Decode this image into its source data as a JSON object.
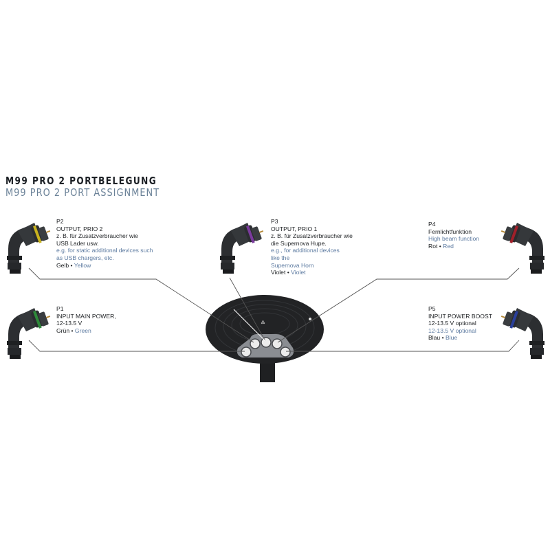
{
  "title": {
    "de": "M99 PRO 2 PORTBELEGUNG",
    "en": "M99 PRO 2 PORT ASSIGNMENT"
  },
  "colors": {
    "yellow": "#c8b21e",
    "violet": "#7a3a9c",
    "red": "#a0202a",
    "green": "#2e8a3a",
    "blue": "#2a3f9a",
    "english_text": "#5c7aa0"
  },
  "ports": {
    "p2": {
      "id": "P2",
      "function": "OUTPUT, PRIO 2",
      "de_line1": "z. B. für Zusatzverbraucher wie",
      "de_line2": "USB Lader usw.",
      "en_line1": "e.g. for static additional devices such",
      "en_line2": "as USB chargers, etc.",
      "color_de": "Gelb",
      "sep": "•",
      "color_en": "Yellow"
    },
    "p3": {
      "id": "P3",
      "function": "OUTPUT, PRIO 1",
      "de_line1": "z. B. für Zusatzverbraucher wie",
      "de_line2": "die Supernova Hupe.",
      "en_line1": "e.g., for additional devices",
      "en_line2": "like the",
      "en_line3": "Supernova Horn",
      "color_de": "Violet",
      "sep": "•",
      "color_en": "Violet"
    },
    "p4": {
      "id": "P4",
      "function": "Fernlichtfunktion",
      "en_line1": "High beam function",
      "color_de": "Rot",
      "sep": "•",
      "color_en": "Red"
    },
    "p1": {
      "id": "P1",
      "function": "INPUT MAIN POWER,",
      "de_line1": "12-13.5 V",
      "color_de": "Grün",
      "sep": "•",
      "color_en": "Green"
    },
    "p5": {
      "id": "P5",
      "function": "INPUT POWER BOOST",
      "de_line1": "12-13.5 V optional",
      "en_line1": "12-13.5 V optional",
      "color_de": "Blau",
      "sep": "•",
      "color_en": "Blue"
    }
  }
}
